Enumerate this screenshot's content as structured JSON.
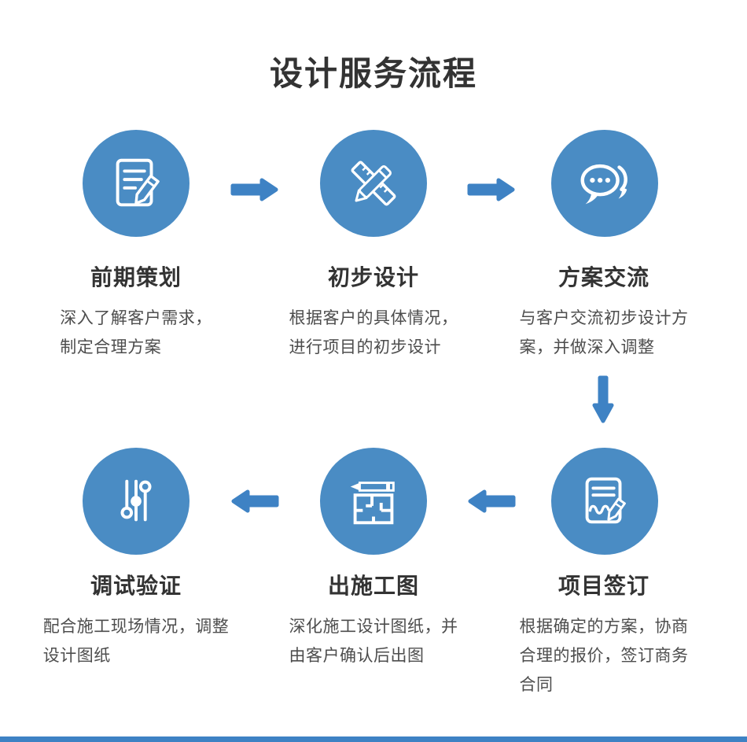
{
  "page": {
    "title": "设计服务流程"
  },
  "colors": {
    "circle_blue": "#4A8CC4",
    "arrow_blue": "#3E82C4",
    "title_text": "#333333",
    "step_title": "#333333",
    "step_desc": "#4D4D4D",
    "footer_bar": "#3E82C4"
  },
  "steps": [
    {
      "title": "前期策划",
      "desc": "深入了解客户需求，\n制定合理方案",
      "icon": "document-pencil-icon"
    },
    {
      "title": "初步设计",
      "desc": "根据客户的具体情况，\n进行项目的初步设计",
      "icon": "ruler-pencil-icon"
    },
    {
      "title": "方案交流",
      "desc": "与客户交流初步设计方\n案，并做深入调整",
      "icon": "chat-bubbles-icon"
    },
    {
      "title": "项目签订",
      "desc": "根据确定的方案，协商\n合理的报价，签订商务\n合同",
      "icon": "contract-signature-icon"
    },
    {
      "title": "出施工图",
      "desc": "深化施工设计图纸，并\n由客户确认后出图",
      "icon": "floorplan-pencil-icon"
    },
    {
      "title": "调试验证",
      "desc": "配合施工现场情况，调整\n设计图纸",
      "icon": "sliders-icon"
    }
  ],
  "flow": {
    "arrows": [
      {
        "from": "前期策划",
        "to": "初步设计",
        "direction": "right"
      },
      {
        "from": "初步设计",
        "to": "方案交流",
        "direction": "right"
      },
      {
        "from": "方案交流",
        "to": "项目签订",
        "direction": "down"
      },
      {
        "from": "项目签订",
        "to": "出施工图",
        "direction": "left"
      },
      {
        "from": "出施工图",
        "to": "调试验证",
        "direction": "left"
      }
    ]
  }
}
